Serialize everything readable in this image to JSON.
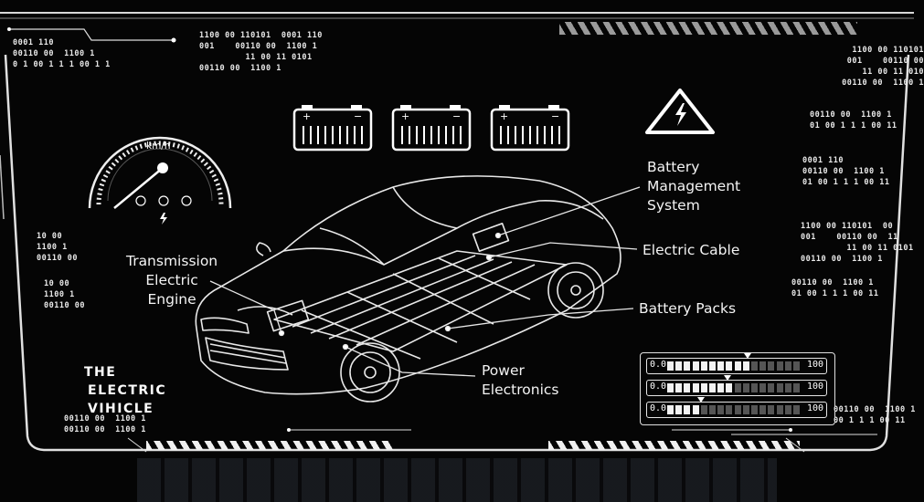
{
  "speedometer": {
    "unit": "km/h"
  },
  "callouts": {
    "bms": "Battery\nManagement\nSystem",
    "cable": "Electric Cable",
    "packs": "Battery Packs",
    "transmission": "Transmission\nElectric\nEngine",
    "power": "Power\nElectronics"
  },
  "headline": {
    "line1": "THE",
    "line2": "ELECTRIC",
    "line3": "VIHICLE"
  },
  "binary": {
    "top_left": "0001 110\n00110 00  1100 1\n0 1 00 1 1 1 00 1 1",
    "top_mid": "1100 00 110101  0001 110\n001    00110 00  1100 1\n         11 00 11 0101\n00110 00  1100 1",
    "right_1": "1100 00 110101\n001    00110 00\n         11 00 11 010\n00110 00  1100 1",
    "right_2": "00110 00  1100 1\n01 00 1 1 1 00 11",
    "right_3": "0001 110\n00110 00  1100 1\n01 00 1 1 1 00 11",
    "right_4": "1100 00 110101  00\n001    00110 00  11\n         11 00 11 0101\n00110 00  1100 1",
    "right_5": "00110 00  1100 1\n01 00 1 1 1 00 11",
    "right_6": "00110 00  1100 1\n00 1 1 1 00 11",
    "left_1": "10 00\n1100 1\n00110 00",
    "left_2": "10 00\n1100 1\n00110 00",
    "bottom_left": "00110 00  1100 1\n00110 00  1100 1"
  },
  "sliders": [
    {
      "min": "0.0",
      "max": "100",
      "level": 0.6
    },
    {
      "min": "0.0",
      "max": "100",
      "level": 0.45
    },
    {
      "min": "0.0",
      "max": "100",
      "level": 0.25
    }
  ],
  "colors": {
    "background": "#050505",
    "line": "#f0f0f0"
  }
}
